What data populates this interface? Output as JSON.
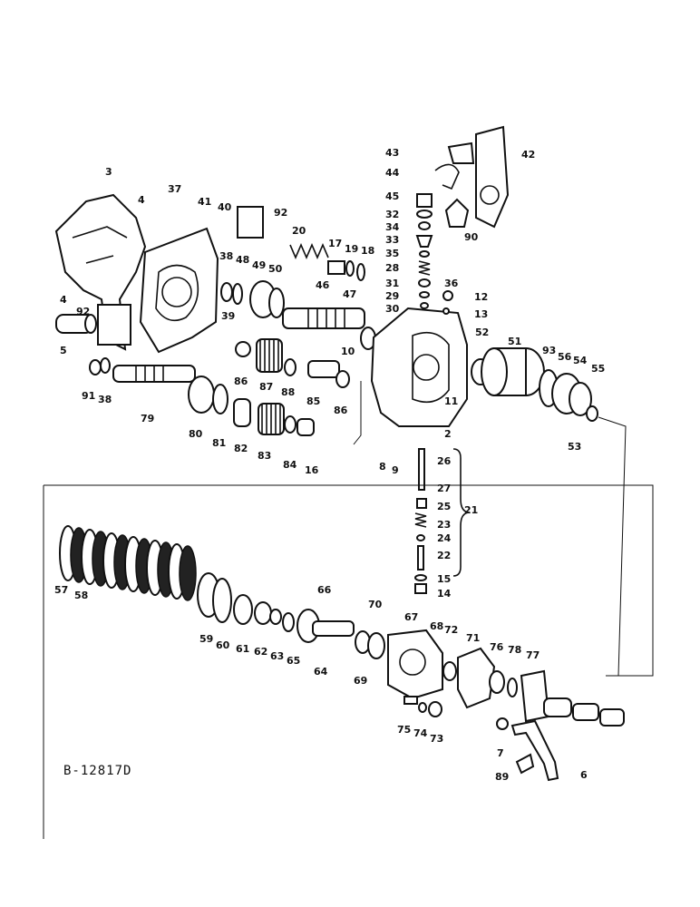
{
  "drawing_ref": "B-12817D",
  "callouts": [
    "3",
    "4",
    "37",
    "41",
    "40",
    "92",
    "20",
    "17",
    "19",
    "18",
    "43",
    "42",
    "44",
    "45",
    "32",
    "34",
    "33",
    "35",
    "28",
    "31",
    "29",
    "30",
    "90",
    "36",
    "12",
    "13",
    "4",
    "92",
    "38",
    "48",
    "49",
    "50",
    "46",
    "47",
    "39",
    "5",
    "10",
    "52",
    "51",
    "93",
    "56",
    "54",
    "55",
    "86",
    "87",
    "88",
    "85",
    "86",
    "11",
    "91",
    "38",
    "79",
    "80",
    "81",
    "82",
    "83",
    "84",
    "16",
    "8",
    "9",
    "2",
    "53",
    "26",
    "27",
    "25",
    "23",
    "24",
    "22",
    "21",
    "15",
    "14",
    "66",
    "70",
    "67",
    "68",
    "72",
    "71",
    "76",
    "78",
    "77",
    "57",
    "58",
    "59",
    "60",
    "61",
    "62",
    "63",
    "65",
    "64",
    "69",
    "75",
    "74",
    "73",
    "7",
    "89",
    "6"
  ]
}
